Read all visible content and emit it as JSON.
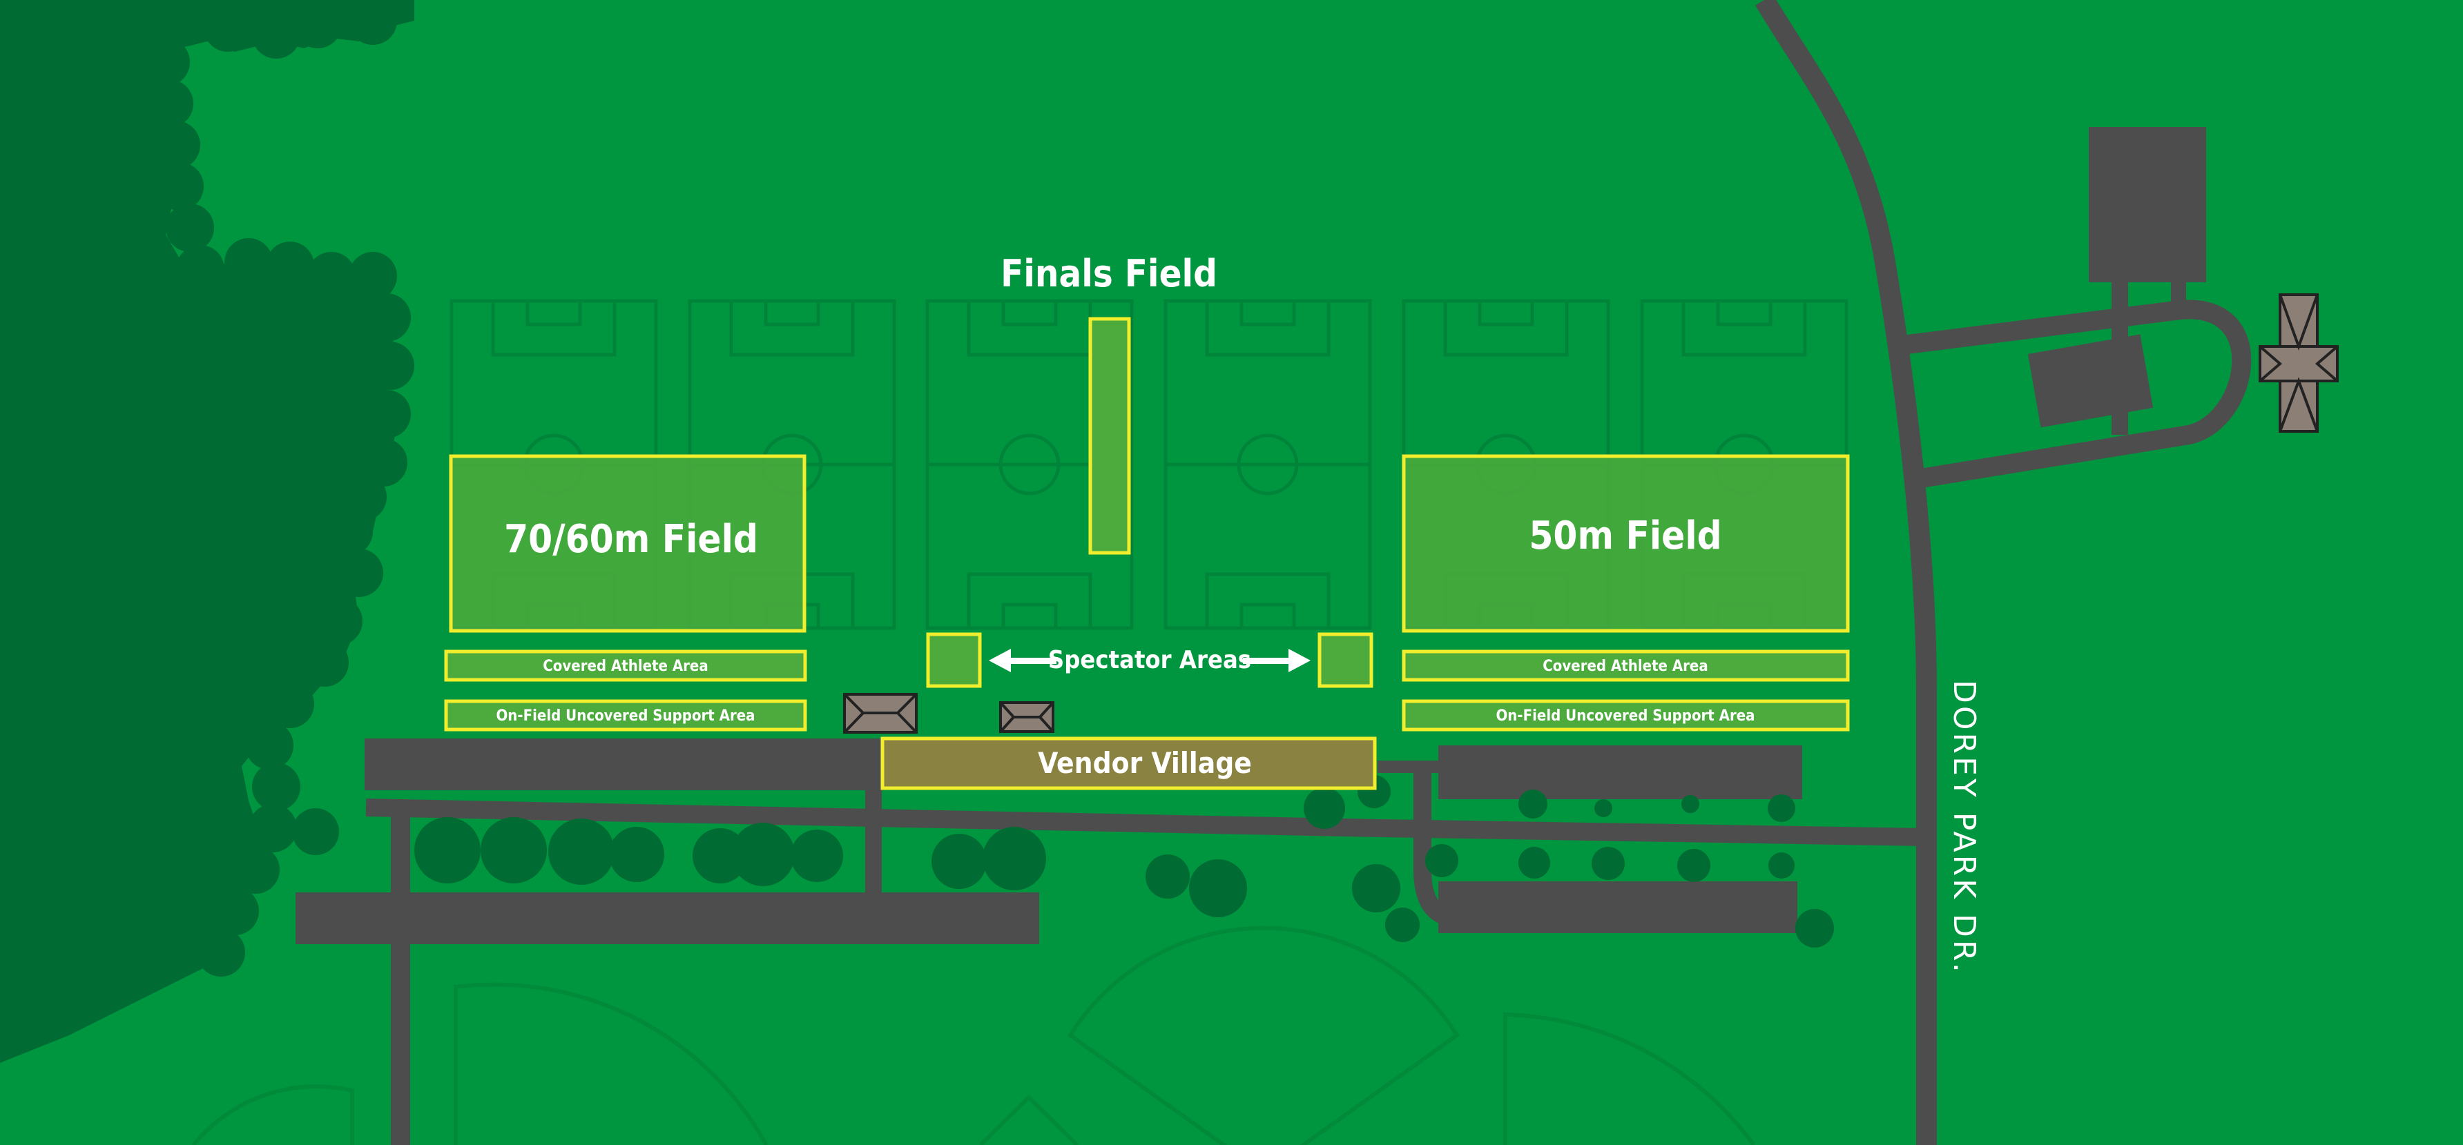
{
  "map": {
    "colors": {
      "grass": "#00963f",
      "trees": "#006b32",
      "road": "#4d4d4d",
      "zone_fill": "#4cab3c",
      "zone_stroke": "#f2ee2e",
      "vendor_fill": "#8a8240",
      "tent": "#8c7f75"
    },
    "labels": {
      "finals_field": "Finals Field",
      "field_70_60": "70/60m Field",
      "field_50": "50m Field",
      "covered_left": "Covered Athlete Area",
      "covered_right": "Covered Athlete Area",
      "uncovered_left": "On-Field Uncovered Support Area",
      "uncovered_right": "On-Field Uncovered Support Area",
      "spectator_areas": "Spectator Areas",
      "vendor_village": "Vendor Village",
      "road_name": "DOREY PARK DR."
    },
    "icons": [
      "arrow-left-icon",
      "arrow-right-icon",
      "tent-icon"
    ]
  }
}
